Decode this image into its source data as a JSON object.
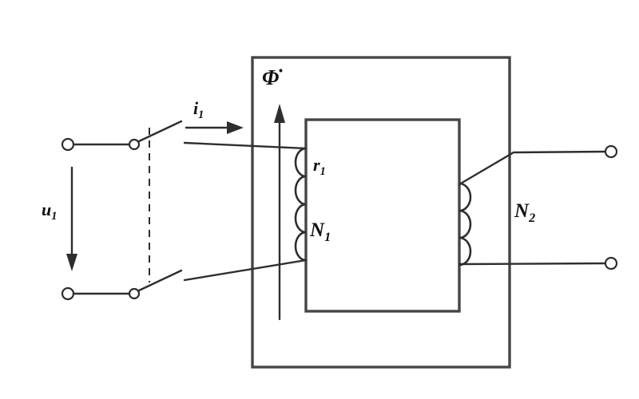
{
  "diagram": {
    "type": "transformer-schematic",
    "colors": {
      "core_stroke": "#464646",
      "wire_stroke": "#2e2e2e",
      "label": "#111111",
      "background": "#ffffff"
    },
    "labels": {
      "flux": {
        "base": "Φ̇",
        "sub": ""
      },
      "current": {
        "base": "i",
        "sub": "1"
      },
      "resistance": {
        "base": "r",
        "sub": "1"
      },
      "primary_turns": {
        "base": "N",
        "sub": "1"
      },
      "secondary_turns": {
        "base": "N",
        "sub": "2"
      },
      "voltage": {
        "base": "u",
        "sub": "1"
      }
    }
  }
}
